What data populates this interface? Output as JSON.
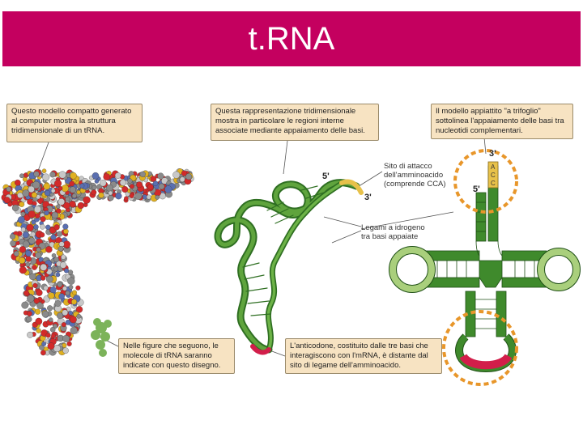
{
  "slide": {
    "title": "t.RNA",
    "colors": {
      "title_bg": "#c4005f",
      "callout_bg": "#f7e3c2",
      "ring": "#e8962a",
      "green_dark": "#3f8a2c",
      "green_light": "#a9cf7c",
      "anticodon": "#d21e4a"
    }
  },
  "callouts": {
    "c1": "Questo modello compatto generato al computer mostra la struttura tridimensionale di un tRNA.",
    "c2": "Questa rappresentazione tridimensionale mostra in particolare le regioni interne associate mediante appaiamento delle basi.",
    "c3": "Il modello appiattito \"a trifoglio\" sottolinea l'appaiamento delle basi tra nucleotidi complementari.",
    "c4": "Nelle figure che seguono, le molecole di tRNA saranno indicate con questo disegno.",
    "c5": "L'anticodone, costituito dalle tre basi che interagiscono con l'mRNA, è distante dal sito di legame dell'amminoacido."
  },
  "labels": {
    "attach_site": "Sito di attacco dell'amminoacido (comprende CCA)",
    "hbonds": "Legami a idrogeno tra basi appaiate",
    "five_prime_a": "5'",
    "three_prime_a": "3'",
    "three_prime_b": "3'",
    "five_prime_b": "5'",
    "base_a": "A",
    "base_c1": "C",
    "base_c2": "C"
  }
}
